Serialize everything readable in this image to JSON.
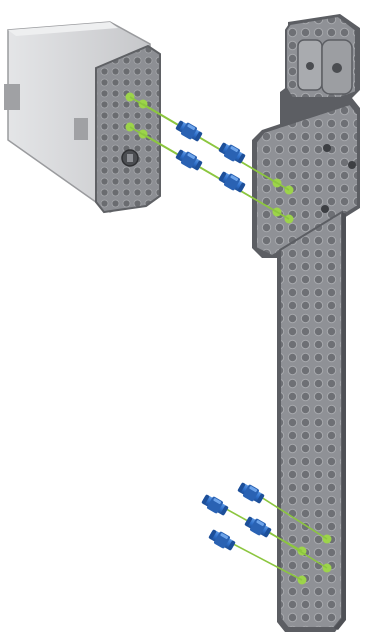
{
  "scene": {
    "colors": {
      "background": "#ffffff",
      "plate_fill": "#8f9196",
      "plate_dark": "#5c5e63",
      "plate_light": "#b4b6ba",
      "hole_fill": "#7a7c80",
      "motor_body": "#d9dadc",
      "motor_body_dark": "#b8b9bc",
      "motor_face": "#8d8f94",
      "connector_green": "#9dd44a",
      "guide_line_green": "#8cc63f",
      "pin_blue": "#2f6fc9",
      "pin_blue_dark": "#1d4f99",
      "pin_blue_light": "#5b97e3"
    },
    "parts": [
      {
        "id": "smart-motor",
        "icon": "motor-icon"
      },
      {
        "id": "robot-body-beam",
        "icon": "plate-icon"
      },
      {
        "id": "connector-pins-upper",
        "icon": "pin-icon",
        "count": 4
      },
      {
        "id": "connector-pins-lower",
        "icon": "pin-icon",
        "count": 4
      }
    ]
  }
}
